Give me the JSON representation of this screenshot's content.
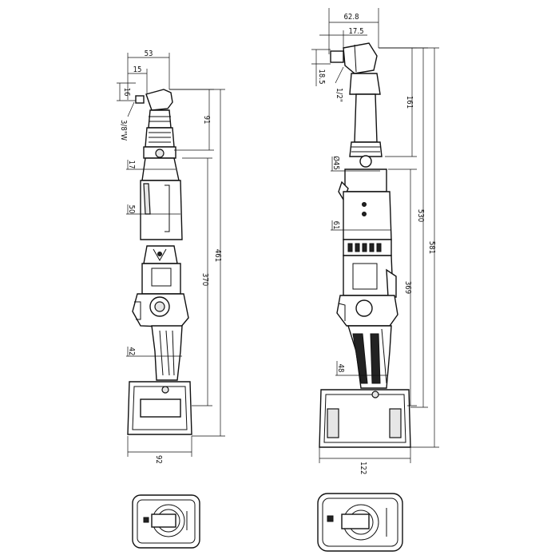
{
  "left_view": {
    "dimensions": {
      "top_width": "53",
      "top_inner": "15",
      "head_height": "16",
      "drive_note": "3/8\"W",
      "head_length": "91",
      "neck_dia": "17",
      "body_width": "50",
      "total_length": "461",
      "body_length": "370",
      "grip_width": "42",
      "battery_width": "92"
    }
  },
  "right_view": {
    "dimensions": {
      "top_width": "62.8",
      "top_inner": "17.5",
      "head_height": "18.5",
      "drive_note": "1/2\"",
      "head_length": "161",
      "neck_dia": "Ø45",
      "body_width": "61",
      "total_length": "581",
      "mid_length": "530",
      "body_length": "369",
      "grip_width": "48",
      "battery_width": "122"
    }
  }
}
